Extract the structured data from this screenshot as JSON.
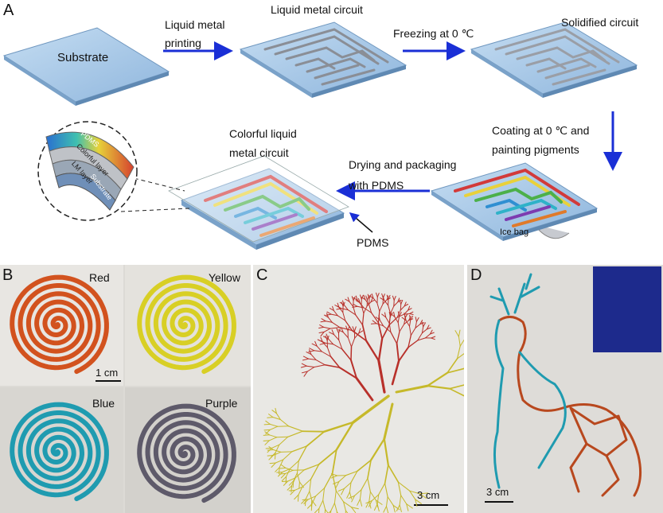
{
  "panel_a": {
    "letter": "A",
    "substrate": "Substrate",
    "step1": "Liquid metal\nprinting",
    "lm_circuit": "Liquid metal circuit",
    "step2": "Freezing at 0 ℃",
    "solidified": "Solidified circuit",
    "step3": "Coating at 0 ℃ and\npainting pigments",
    "ice_bag": "Ice bag",
    "step4": "Drying and packaging\nwith PDMS",
    "colorful": "Colorful liquid\nmetal circuit",
    "pdms": "PDMS",
    "layers": [
      "PDMS",
      "Colorful layer",
      "LM layer",
      "Substrate"
    ]
  },
  "panel_b": {
    "letter": "B",
    "spirals": [
      {
        "label": "Red",
        "color": "#d2521e"
      },
      {
        "label": "Yellow",
        "color": "#d8cf25"
      },
      {
        "label": "Blue",
        "color": "#1f9bb0"
      },
      {
        "label": "Purple",
        "color": "#5e5a6a"
      }
    ],
    "scale": "1 cm"
  },
  "panel_c": {
    "letter": "C",
    "scale": "3 cm",
    "colors": {
      "upper": "#b8302a",
      "lower": "#c6b92a"
    }
  },
  "panel_d": {
    "letter": "D",
    "scale": "3 cm",
    "colors": {
      "head": "#1f9bb0",
      "body": "#b8481e"
    }
  },
  "colors": {
    "arrow": "#1a2fd6",
    "plate": "#9ec4e6",
    "plate_edge": "#6f97bf"
  }
}
